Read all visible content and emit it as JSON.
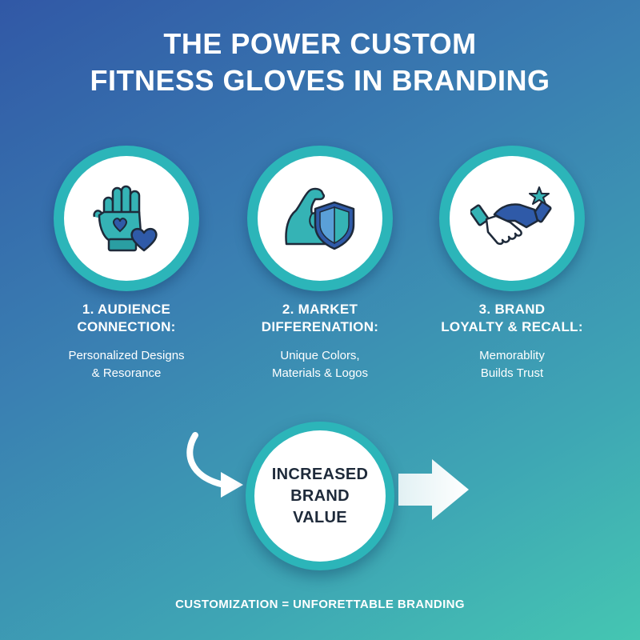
{
  "title": {
    "line1": "THE POWER CUSTOM",
    "line2": "FITNESS GLOVES IN BRANDING"
  },
  "features": [
    {
      "icon": "glove-heart-icon",
      "heading_line1": "1. AUDIENCE",
      "heading_line2": "CONNECTION:",
      "desc_line1": "Personalized Designs",
      "desc_line2": "& Resorance"
    },
    {
      "icon": "muscle-shield-icon",
      "heading_line1": "2. MARKET",
      "heading_line2": "DIFFERENATION:",
      "desc_line1": "Unique Colors,",
      "desc_line2": "Materials & Logos"
    },
    {
      "icon": "handshake-star-icon",
      "heading_line1": "3. BRAND",
      "heading_line2": "LOYALTY & RECALL:",
      "desc_line1": "Memorablity",
      "desc_line2": "Builds Trust"
    }
  ],
  "center": {
    "line1": "INCREASED",
    "line2": "BRAND",
    "line3": "VALUE"
  },
  "footer": "CUSTOMIZATION = UNFORETTABLE BRANDING",
  "colors": {
    "background_start": "#3158a6",
    "background_end": "#45c6b2",
    "ring": "#2cb5b9",
    "icon_teal": "#35b3b5",
    "icon_blue": "#2f5aa8",
    "icon_outline": "#1e2a3a"
  }
}
